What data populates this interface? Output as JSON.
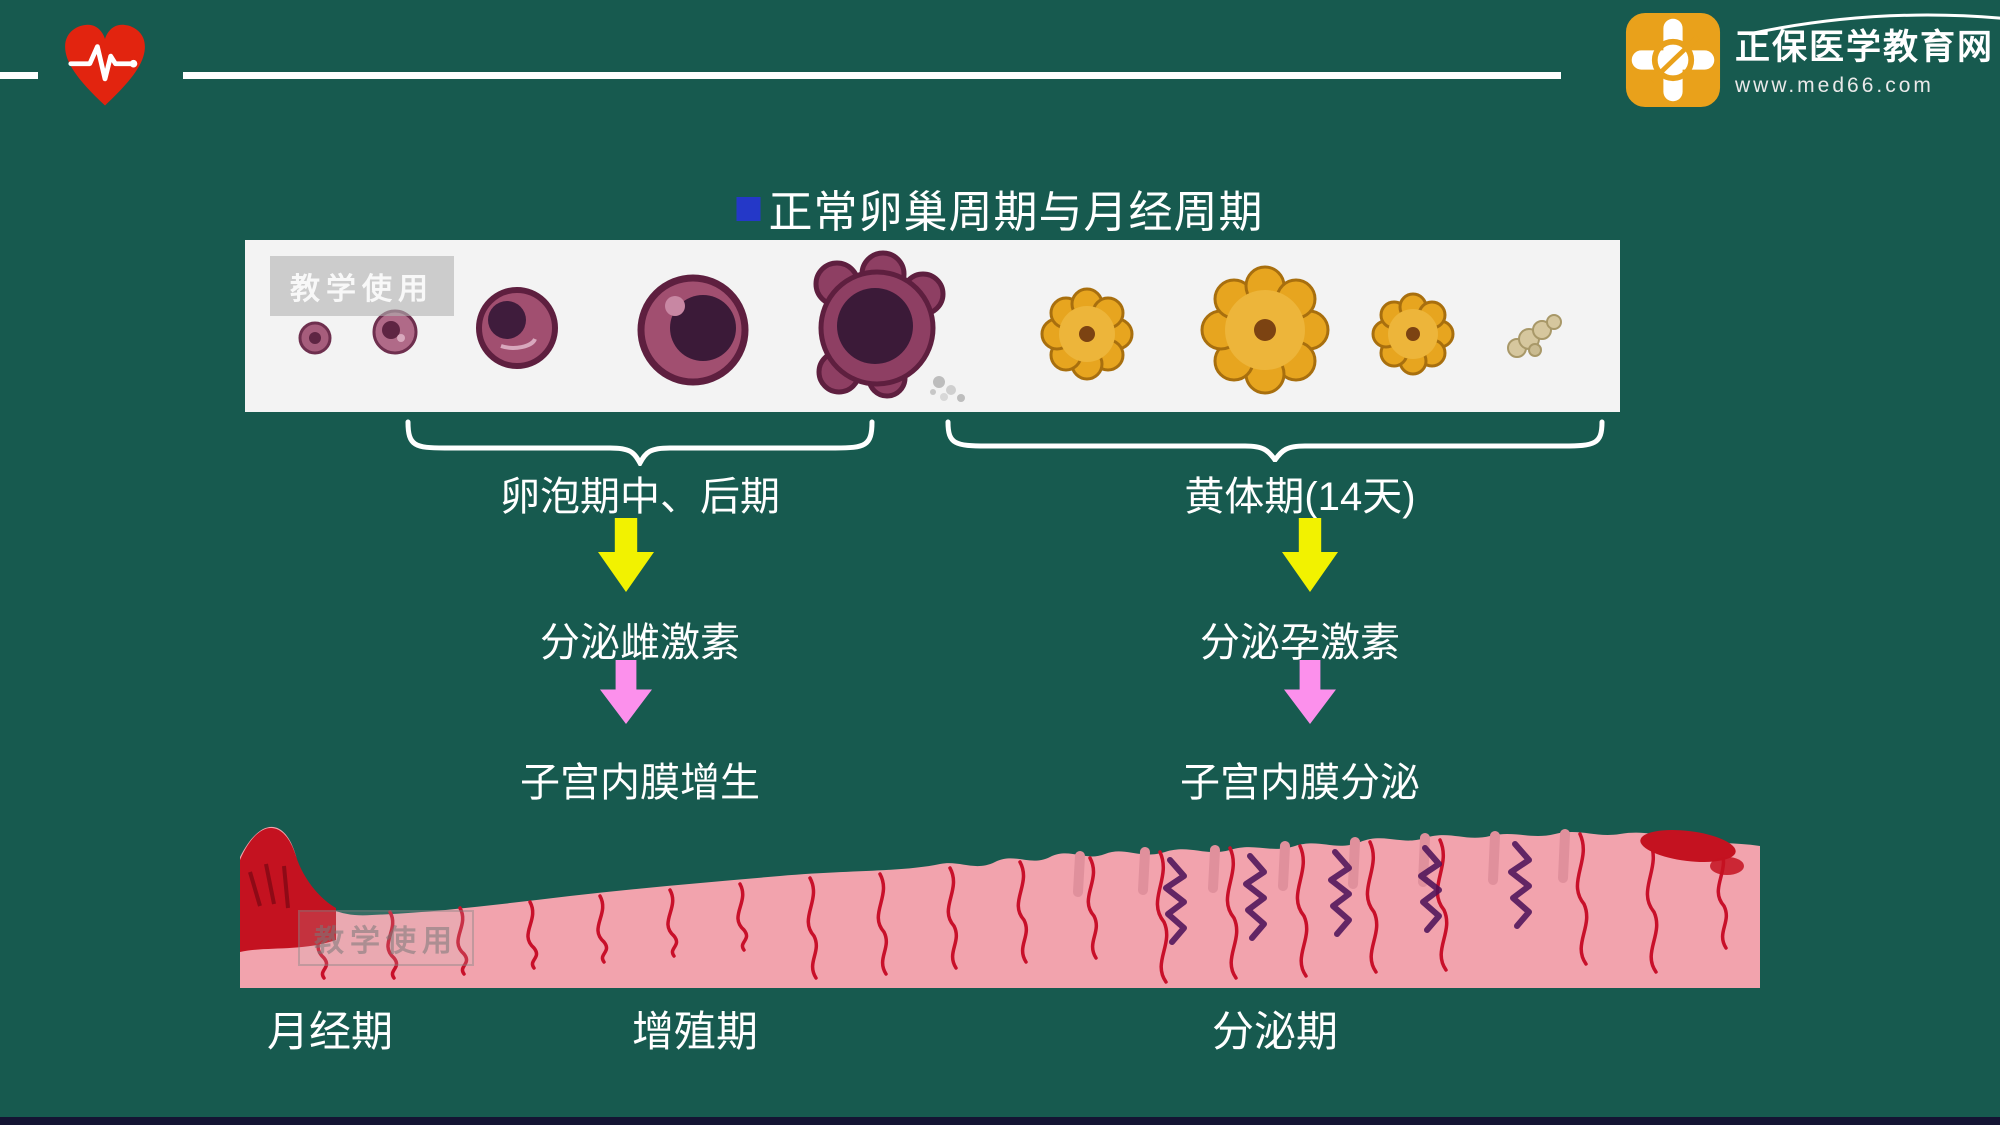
{
  "title": "正常卵巢周期与月经周期",
  "header": {
    "logo_title": "正保医学教育网",
    "logo_url": "www.med66.com"
  },
  "watermark": "教学使用",
  "flow": {
    "left": {
      "phase": "卵泡期中、后期",
      "hormone": "分泌雌激素",
      "effect": "子宫内膜增生"
    },
    "right": {
      "phase": "黄体期(14天)",
      "hormone": "分泌孕激素",
      "effect": "子宫内膜分泌"
    }
  },
  "bottom_labels": [
    "月经期",
    "增殖期",
    "分泌期"
  ],
  "colors": {
    "background": "#175A4F",
    "accent_blue": "#2438C8",
    "arrow_yellow": "#F2F200",
    "arrow_pink": "#FC90EC",
    "logo_gold": "#E9A11B",
    "heart_red": "#E2240F",
    "bottom_bar": "#141433"
  }
}
